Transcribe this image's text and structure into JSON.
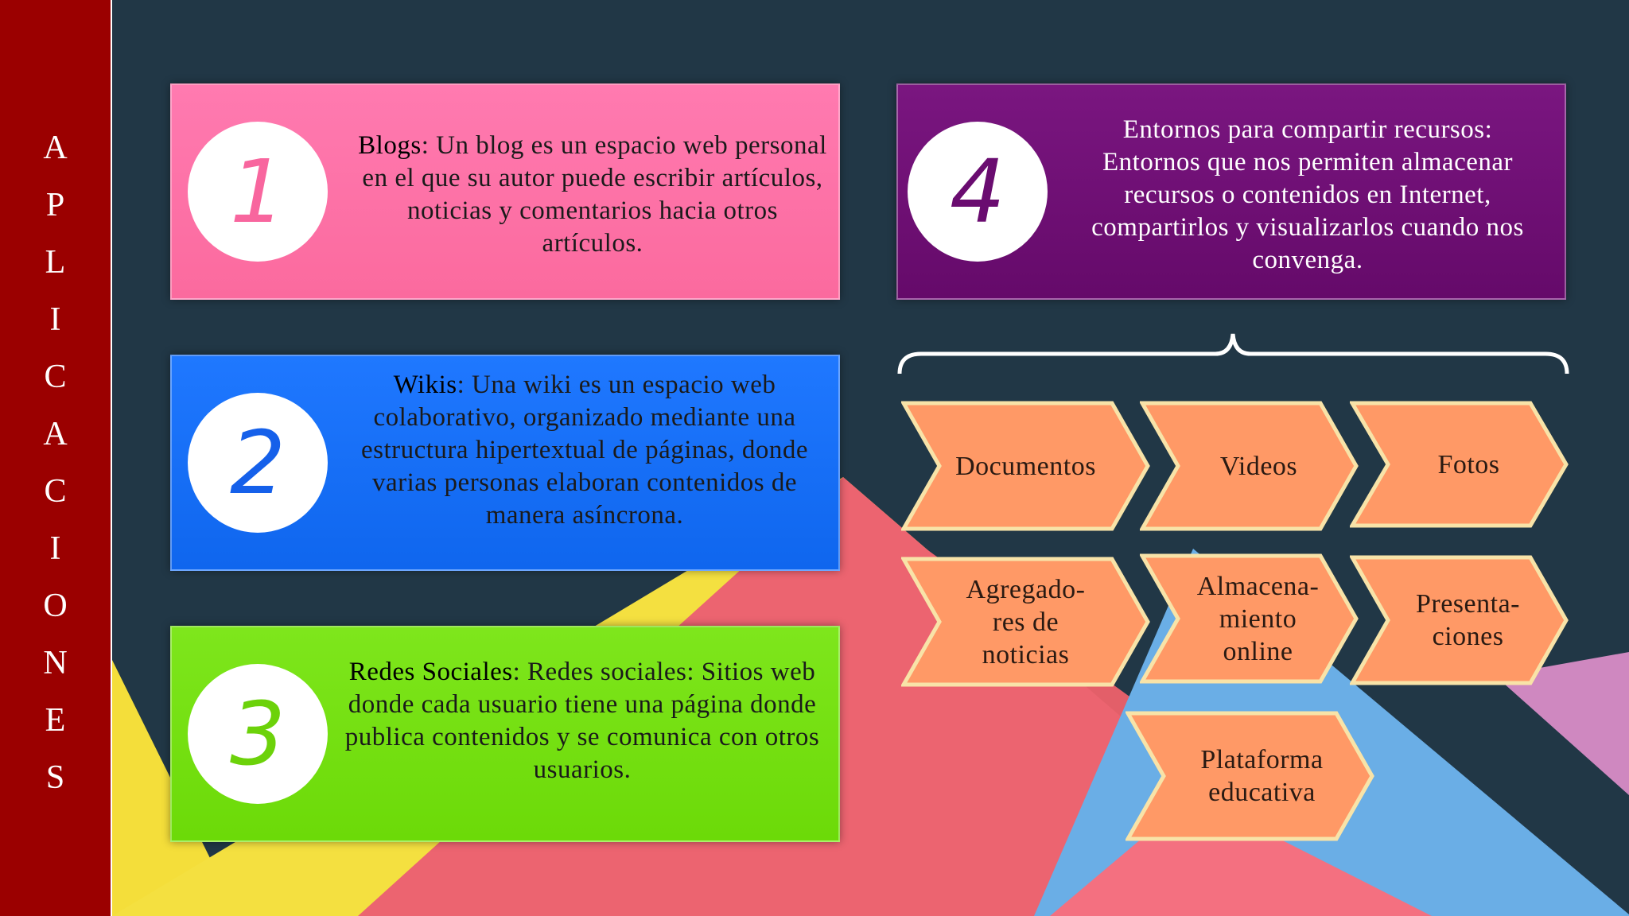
{
  "sidebar": {
    "letters": [
      "A",
      "P",
      "L",
      "I",
      "C",
      "A",
      "C",
      "I",
      "O",
      "N",
      "E",
      "S"
    ]
  },
  "cards": [
    {
      "number": "1",
      "title": "Blogs",
      "body": ": Un blog es un espacio web personal en el que su autor  puede escribir artículos, noticias y comentarios hacia otros artículos."
    },
    {
      "number": "2",
      "title": "Wikis",
      "body": ": Una wiki es un espacio web colaborativo, organizado mediante una estructura hipertextual de páginas, donde varias personas elaboran contenidos de manera asíncrona."
    },
    {
      "number": "3",
      "title": "Redes Sociales",
      "body": ": Redes sociales: Sitios web donde cada usuario tiene una página donde publica contenidos y se comunica con otros usuarios."
    },
    {
      "number": "4",
      "title": "Entornos para compartir recursos:",
      "body": "Entornos que nos permiten almacenar recursos o contenidos en Internet, compartirlos y visualizarlos cuando nos convenga."
    }
  ],
  "resources": [
    "Documentos",
    "Videos",
    "Fotos",
    "Agregado-res de noticias",
    "Almacena-miento online",
    "Presenta-ciones",
    "Plataforma educativa"
  ],
  "colors": {
    "sidebar": "#9b0000",
    "background": "#213746",
    "card1": "#fb6a9e",
    "card2": "#0f66ee",
    "card3": "#6cda08",
    "card4": "#650a6a",
    "chevron": "#ff9966",
    "chevron_border": "#f8e3a8"
  }
}
